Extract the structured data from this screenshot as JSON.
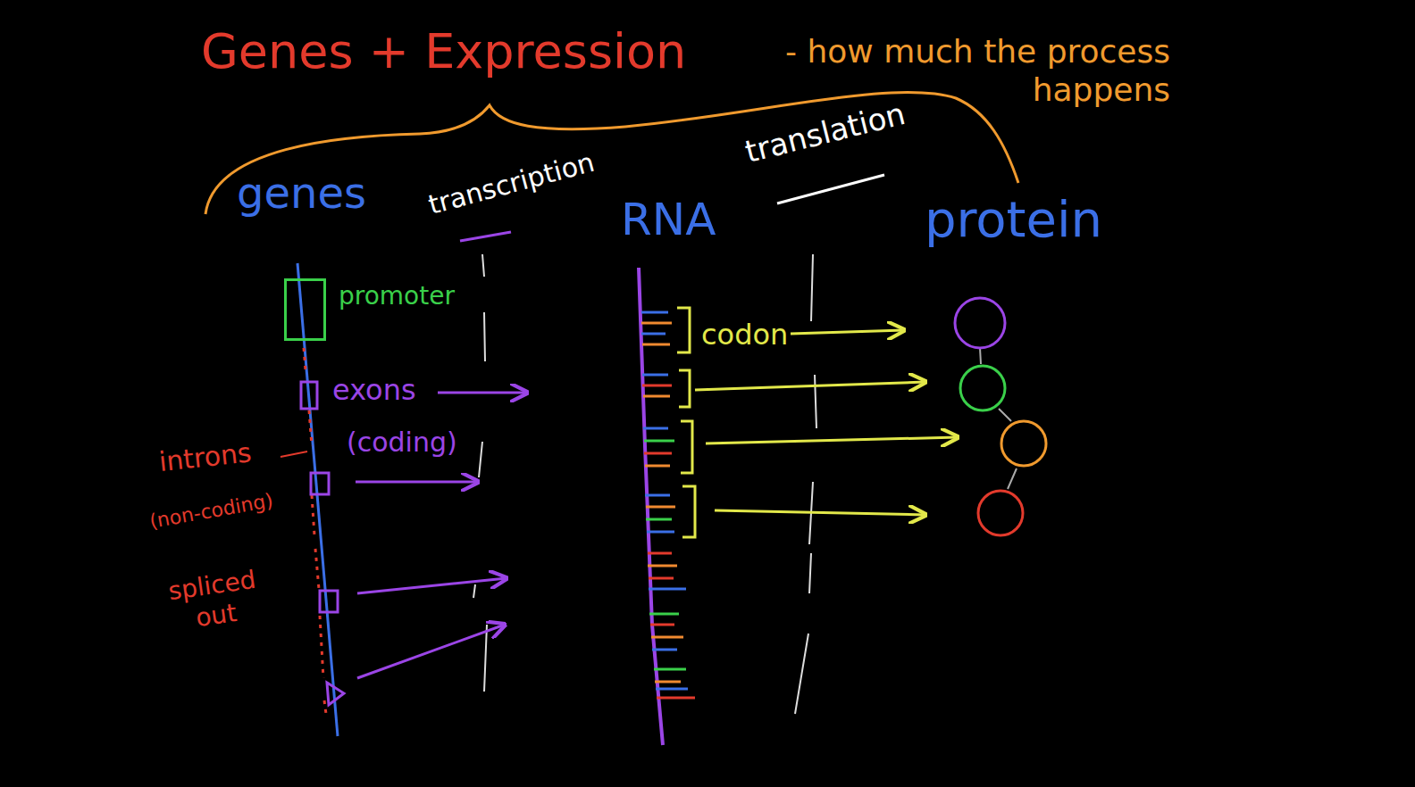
{
  "diagram": {
    "title": "Genes + Expression",
    "nodes": [
      {
        "text": [
          "promoter"
        ]
      }
    ],
    "labels": [
      "- how much the process happens",
      "genes",
      "transcription",
      "RNA",
      "translation",
      "protein",
      "exons",
      "(coding)",
      "introns",
      "(non-coding)",
      "spliced out",
      "codon"
    ]
  }
}
